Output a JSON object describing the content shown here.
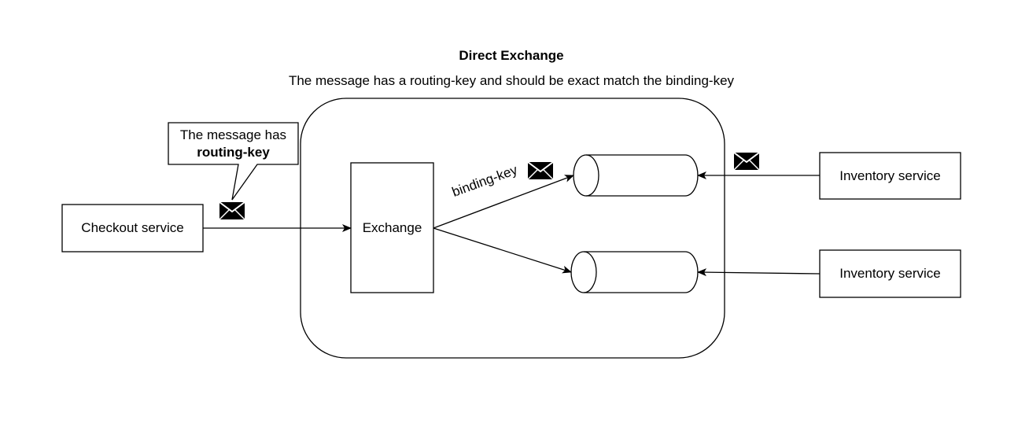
{
  "title": "Direct Exchange",
  "subtitle": "The message has a routing-key and should be exact match the binding-key",
  "callout": {
    "line1": "The message has",
    "line2": "routing-key"
  },
  "producer": {
    "label": "Checkout service"
  },
  "exchange": {
    "label": "Exchange"
  },
  "binding_label": "binding-key",
  "consumers": [
    {
      "label": "Inventory service"
    },
    {
      "label": "Inventory service"
    }
  ],
  "icons": [
    "envelope-icon",
    "envelope-icon",
    "envelope-icon"
  ],
  "colors": {
    "stroke": "#000000",
    "background": "#ffffff"
  }
}
